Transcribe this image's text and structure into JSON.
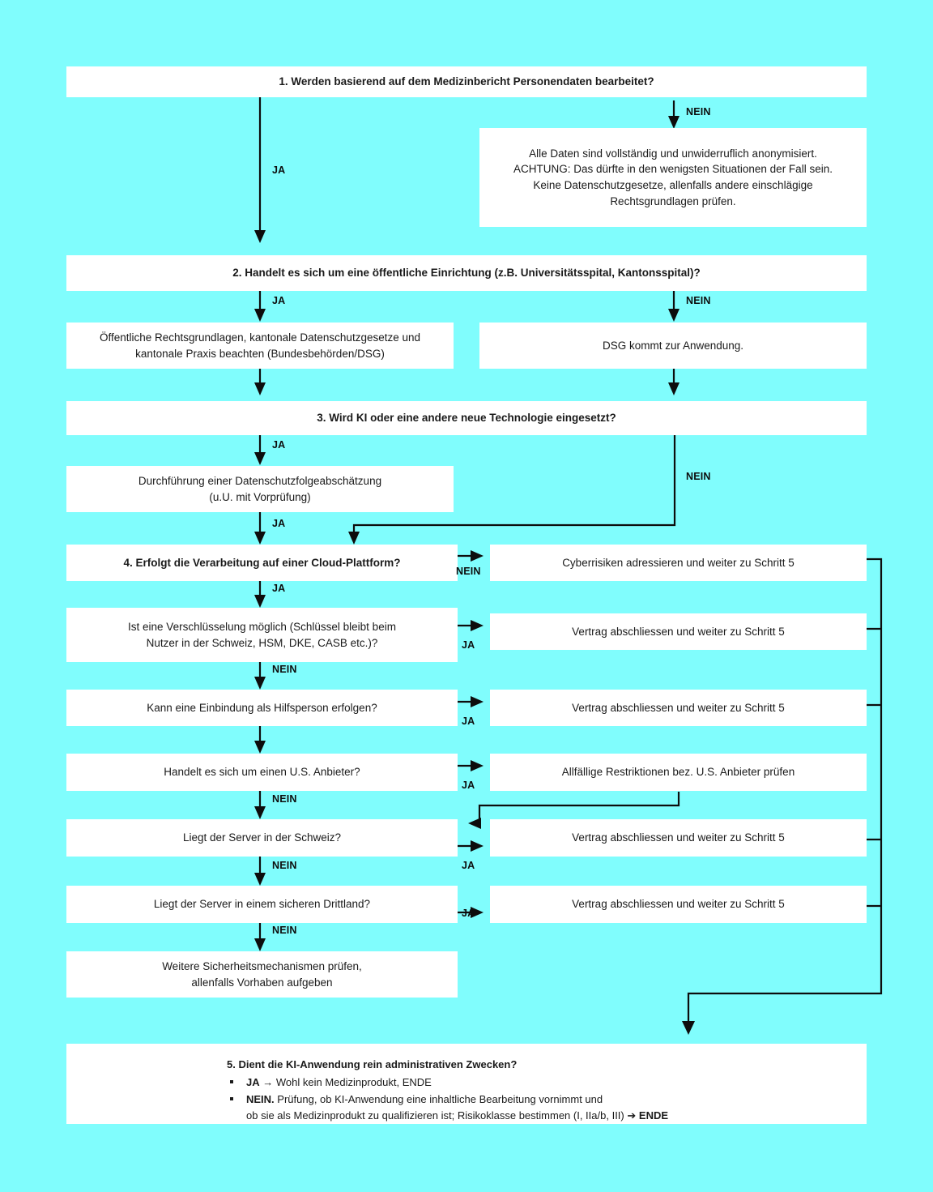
{
  "meta": {
    "background_color": "#80FDFD",
    "box_color": "#FFFFFF",
    "line_color": "#0D0D0D",
    "title": "Entscheidungsbaum Datenschutz / KI im Medizinbericht"
  },
  "labels": {
    "ja": "JA",
    "nein": "NEIN"
  },
  "steps": {
    "q1": "1.  Werden basierend auf dem Medizinbericht Personendaten bearbeitet?",
    "q1_nein_result_l1": "Alle Daten sind vollständig und unwiderruflich anonymisiert.",
    "q1_nein_result_l2": "ACHTUNG: Das dürfte in den wenigsten Situationen der Fall sein.",
    "q1_nein_result_l3": "Keine Datenschutzgesetze, allenfalls andere einschlägige",
    "q1_nein_result_l4": "Rechtsgrundlagen prüfen.",
    "q2": "2.  Handelt es sich um eine öffentliche Einrichtung (z.B. Universitätsspital, Kantonsspital)?",
    "q2_ja_l1": "Öffentliche Rechtsgrundlagen, kantonale Datenschutzgesetze und",
    "q2_ja_l2": "kantonale Praxis beachten (Bundesbehörden/DSG)",
    "q2_nein": "DSG kommt zur Anwendung.",
    "q3": "3.  Wird KI oder eine andere neue Technologie eingesetzt?",
    "q3_ja_l1": "Durchführung einer Datenschutzfolgeabschätzung",
    "q3_ja_l2": "(u.U. mit Vorprüfung)",
    "q4": "4.  Erfolgt die Verarbeitung auf einer Cloud-Plattform?",
    "q4_nein": "Cyberrisiken adressieren und weiter zu Schritt 5",
    "q5_encrypt_l1": "Ist eine Verschlüsselung möglich (Schlüssel bleibt beim",
    "q5_encrypt_l2": "Nutzer in der Schweiz, HSM, DKE, CASB etc.)?",
    "q5_encrypt_ja": "Vertrag abschliessen und weiter zu Schritt 5",
    "q6_hilfsperson": "Kann eine Einbindung als Hilfsperson erfolgen?",
    "q6_hilfsperson_ja": "Vertrag abschliessen und weiter zu Schritt 5",
    "q7_us": "Handelt es sich um einen U.S. Anbieter?",
    "q7_us_ja": "Allfällige Restriktionen bez. U.S. Anbieter prüfen",
    "q8_server_ch": "Liegt der Server in der Schweiz?",
    "q8_server_ch_ja": "Vertrag abschliessen und weiter zu Schritt 5",
    "q9_server_drittland": "Liegt der Server in einem sicheren Drittland?",
    "q9_server_drittland_ja": "Vertrag abschliessen und weiter zu Schritt 5",
    "q10_fallback_l1": "Weitere Sicherheitsmechanismen prüfen,",
    "q10_fallback_l2": "allenfalls Vorhaben aufgeben",
    "final_title": "5.  Dient die KI-Anwendung rein administrativen Zwecken?",
    "final_b1_key": "JA",
    "final_b1_text": "→ Wohl kein Medizinprodukt, ENDE",
    "final_b2_key": "NEIN.",
    "final_b2_text": "Prüfung, ob KI-Anwendung eine inhaltliche Bearbeitung vornimmt und",
    "final_b2_text2": "ob sie als Medizinprodukt zu qualifizieren ist; Risikoklasse bestimmen (I, IIa/b, III)",
    "final_b2_arrow": "➔",
    "final_b2_end": "ENDE"
  }
}
